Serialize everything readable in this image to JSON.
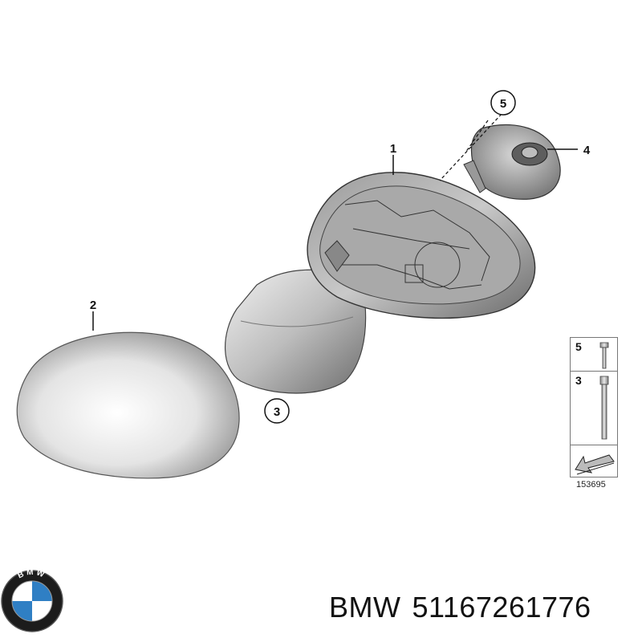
{
  "diagram": {
    "callouts": {
      "part_1": "1",
      "part_2": "2",
      "part_3": "3",
      "part_4": "4",
      "part_5": "5"
    },
    "legend": {
      "item_5": "5",
      "item_3": "3",
      "drawing_number": "153695"
    }
  },
  "brand": {
    "logo_letters": "BMW",
    "maker": "BMW",
    "part_number": "51167261776"
  },
  "colors": {
    "line": "#1a1a1a",
    "metal_light": "#e6e6e6",
    "metal_dark": "#6f6f6f",
    "logo_blue": "#2f7fc4"
  },
  "icons": [
    "mirror-cap-icon",
    "mirror-housing-icon",
    "mirror-glass-icon",
    "bolt-icon",
    "screw-icon",
    "arrow-icon",
    "bmw-logo-icon"
  ]
}
